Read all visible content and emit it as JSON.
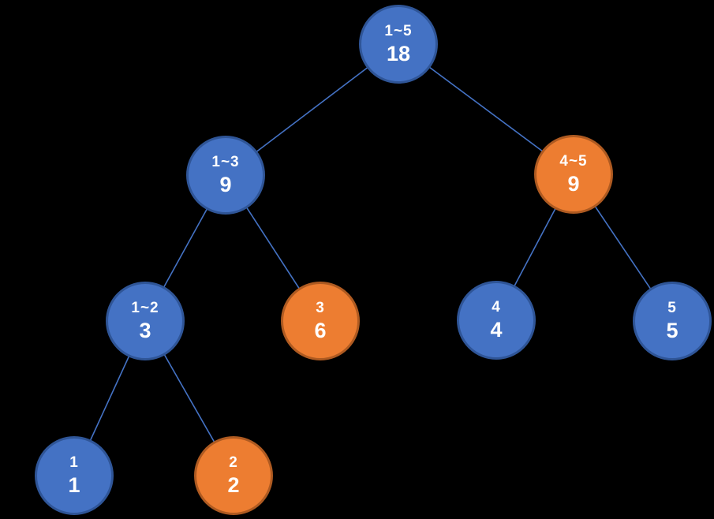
{
  "diagram": {
    "kind": "segment-tree",
    "description": "Binary segment tree over interval 1~5 with node sums; blue and orange circular nodes on black background connected by thin blue lines"
  },
  "colors": {
    "background": "#000000",
    "text": "#FFFFFF",
    "edge": "#4472C4",
    "node_blue_fill": "#4472C4",
    "node_blue_border": "#2F5597",
    "node_orange_fill": "#ED7D31",
    "node_orange_border": "#AE5A21"
  },
  "nodes": [
    {
      "id": "node-1-5",
      "range": "1~5",
      "value": "18",
      "color": "blue",
      "level": 0
    },
    {
      "id": "node-1-3",
      "range": "1~3",
      "value": "9",
      "color": "blue",
      "level": 1
    },
    {
      "id": "node-4-5",
      "range": "4~5",
      "value": "9",
      "color": "orange",
      "level": 1
    },
    {
      "id": "node-1-2",
      "range": "1~2",
      "value": "3",
      "color": "blue",
      "level": 2
    },
    {
      "id": "node-3",
      "range": "3",
      "value": "6",
      "color": "orange",
      "level": 2
    },
    {
      "id": "node-4",
      "range": "4",
      "value": "4",
      "color": "blue",
      "level": 2
    },
    {
      "id": "node-5",
      "range": "5",
      "value": "5",
      "color": "blue",
      "level": 2
    },
    {
      "id": "node-1",
      "range": "1",
      "value": "1",
      "color": "blue",
      "level": 3
    },
    {
      "id": "node-2",
      "range": "2",
      "value": "2",
      "color": "orange",
      "level": 3
    }
  ],
  "edges": [
    {
      "from": "node-1-5",
      "to": "node-1-3"
    },
    {
      "from": "node-1-5",
      "to": "node-4-5"
    },
    {
      "from": "node-1-3",
      "to": "node-1-2"
    },
    {
      "from": "node-1-3",
      "to": "node-3"
    },
    {
      "from": "node-4-5",
      "to": "node-4"
    },
    {
      "from": "node-4-5",
      "to": "node-5"
    },
    {
      "from": "node-1-2",
      "to": "node-1"
    },
    {
      "from": "node-1-2",
      "to": "node-2"
    }
  ]
}
